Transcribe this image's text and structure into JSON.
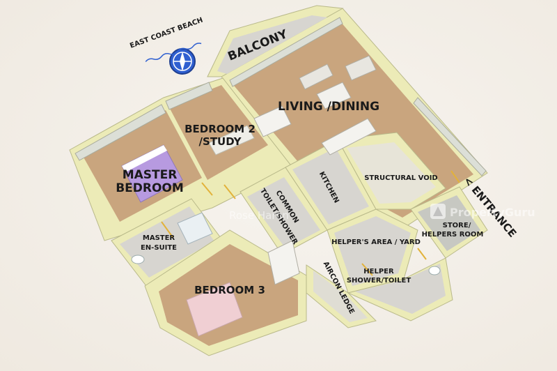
{
  "labels": {
    "east_coast_beach": "EAST COAST BEACH",
    "balcony": "BALCONY",
    "living_dining": "LIVING /DINING",
    "bedroom2_l1": "BEDROOM 2",
    "bedroom2_l2": "/STUDY",
    "master_l1": "MASTER",
    "master_l2": "BEDROOM",
    "kitchen": "KITCHEN",
    "structural_void": "STRUCTURAL VOID",
    "entrance": "< ENTRANCE",
    "common_l1": "COMMON",
    "common_l2": "TOILET/SHOWER",
    "master_ensuite_l1": "MASTER",
    "master_ensuite_l2": "EN-SUITE",
    "helpers_area": "HELPER'S AREA / YARD",
    "store_l1": "STORE/",
    "store_l2": "HELPERS ROOM",
    "helper_shower_l1": "HELPER",
    "helper_shower_l2": "SHOWER/TOILET",
    "bedroom3": "BEDROOM 3",
    "aircon_ledge": "AIRCON LEDGE"
  },
  "watermark": {
    "agent_name": "Rose Haron",
    "brand": "PropertyGuru"
  },
  "icons": {
    "compass": "compass-icon",
    "brand_logo": "propertyguru-logo-icon"
  },
  "colors": {
    "wall": "#ecebb7",
    "wood_floor": "#c9a57e",
    "master_bed": "#b79ae0",
    "bedroom3_bed": "#f0cfd3",
    "compass": "#2f5fd0",
    "label": "#1a1a1a"
  }
}
